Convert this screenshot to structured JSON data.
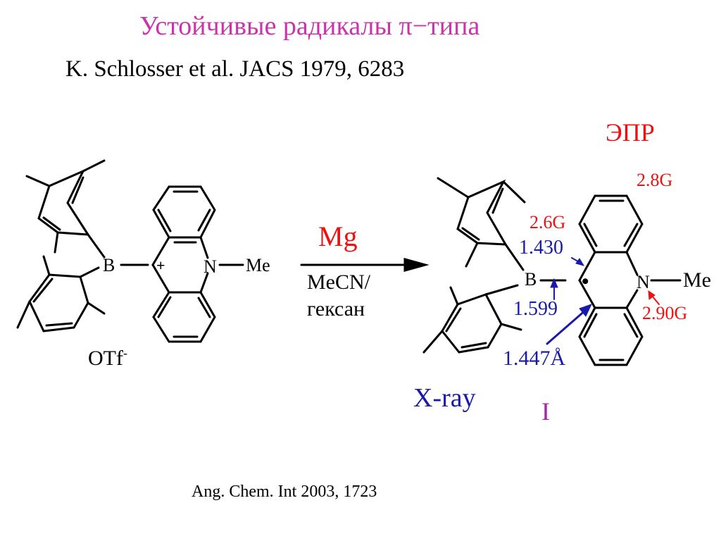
{
  "slide": {
    "title": "Устойчивые радикалы π−типа",
    "reference_top": "K. Schlosser et al. JACS 1979, 6283",
    "reference_bottom": "Ang. Chem. Int 2003, 1723",
    "colors": {
      "title": "#cc33aa",
      "epr": "#ee1111",
      "xray": "#1a1aaa",
      "label": "#aa22aa",
      "black": "#000000"
    }
  },
  "reactant": {
    "boron": "B",
    "nitrogen": "N",
    "methyl": "Me",
    "charge": "+",
    "counterion": "OTf",
    "counterion_charge": "-"
  },
  "reaction": {
    "reagent": "Mg",
    "solvent_line1": "MeCN/",
    "solvent_line2": "гексан"
  },
  "product": {
    "boron": "B",
    "nitrogen": "N",
    "methyl": "Me",
    "radical_dot": "•",
    "compound_label": "I",
    "epr_title": "ЭПР",
    "epr_values": [
      "2.8G",
      "2.6G",
      "2.90G"
    ],
    "bond_lengths": [
      "1.430",
      "1.599",
      "1.447Å"
    ],
    "method": "X-ray"
  }
}
